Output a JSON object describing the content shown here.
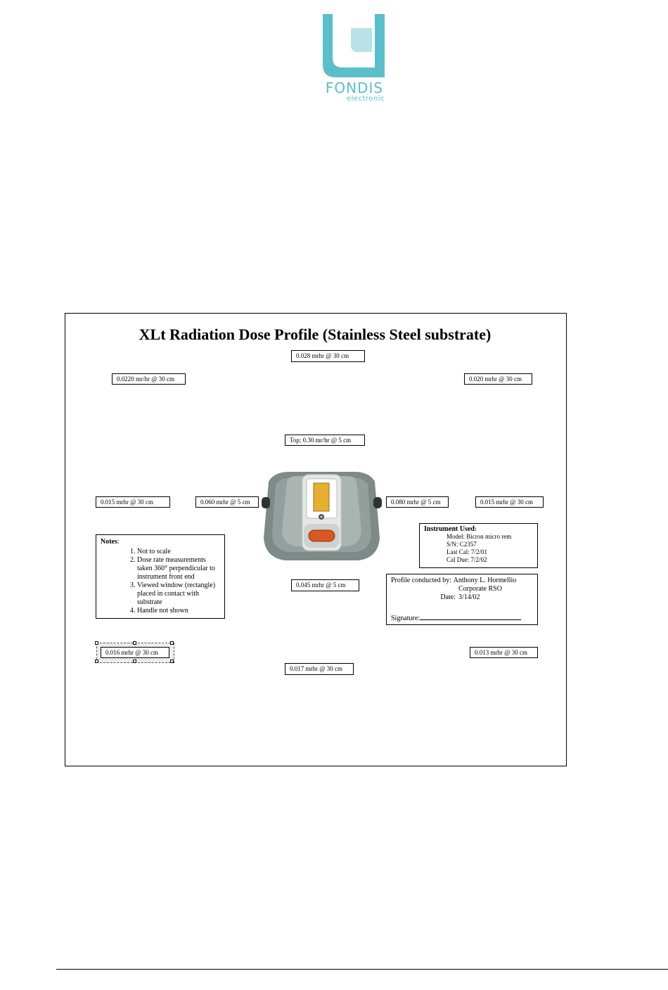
{
  "logo": {
    "word": "FONDIS",
    "sub": "electronic",
    "brand_color": "#5bbfcb",
    "light_color": "#b8e2e8"
  },
  "title": "XLt Radiation Dose Profile (Stainless Steel substrate)",
  "measurements": {
    "top": "0.028 mrhr @ 30  cm",
    "top_left": "0.0220 mr/hr @ 30 cm",
    "top_right": "0.020 mrhr @ 30 cm",
    "top_near": "Top; 0.30 mr/hr @ 5 cm",
    "left_far": "0.015 mrhr @ 30 cm",
    "left_near": "0.060 mrhr @ 5 cm",
    "right_near": "0.080 mrhr @ 5 cm",
    "right_far": "0.015 mrhr @ 30 cm",
    "bottom_near": "0.045 mrhr @ 5 cm",
    "bottom_left": "0.016 mrhr @ 30 cm",
    "bottom_right": "0.013 mrhr @ 30 cm",
    "bottom": "0.017 mrhr @ 30 cm"
  },
  "notes": {
    "heading": "Notes",
    "items": [
      "Not to scale",
      "Dose rate measurements taken 360° perpendicular to instrument front end",
      "Viewed window (rectangle) placed in contact with substrate",
      "Handle not shown"
    ]
  },
  "instrument": {
    "heading": "Instrument Used",
    "model": "Model: Bicron micro rem",
    "sn": "S/N: C2357",
    "last_cal": "Last Cal: 7/2/01",
    "cal_due": "Cal Due: 7/2/02"
  },
  "profile": {
    "conducted_label": "Profile conducted by:",
    "conducted_name": "Anthony L. Hormellio",
    "conducted_role": "Corporate RSO",
    "date_label": "Date:",
    "date": "3/14/02",
    "signature_label": "Signature:"
  }
}
